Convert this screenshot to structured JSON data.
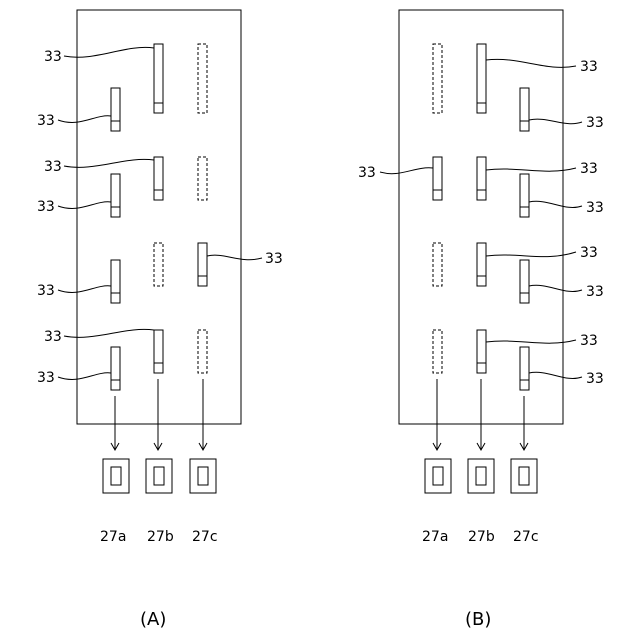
{
  "reference_numeral": "33",
  "panels": [
    {
      "label": "(A)",
      "outputs": [
        "27a",
        "27b",
        "27c"
      ],
      "columns": [
        [
          false,
          true,
          false,
          true
        ],
        [
          true,
          true,
          false,
          true
        ],
        [
          false,
          false,
          true,
          false
        ]
      ]
    },
    {
      "label": "(B)",
      "outputs": [
        "27a",
        "27b",
        "27c"
      ],
      "columns": [
        [
          false,
          true,
          false,
          false
        ],
        [
          true,
          true,
          true,
          true
        ],
        [
          true,
          true,
          true,
          true
        ]
      ]
    }
  ]
}
